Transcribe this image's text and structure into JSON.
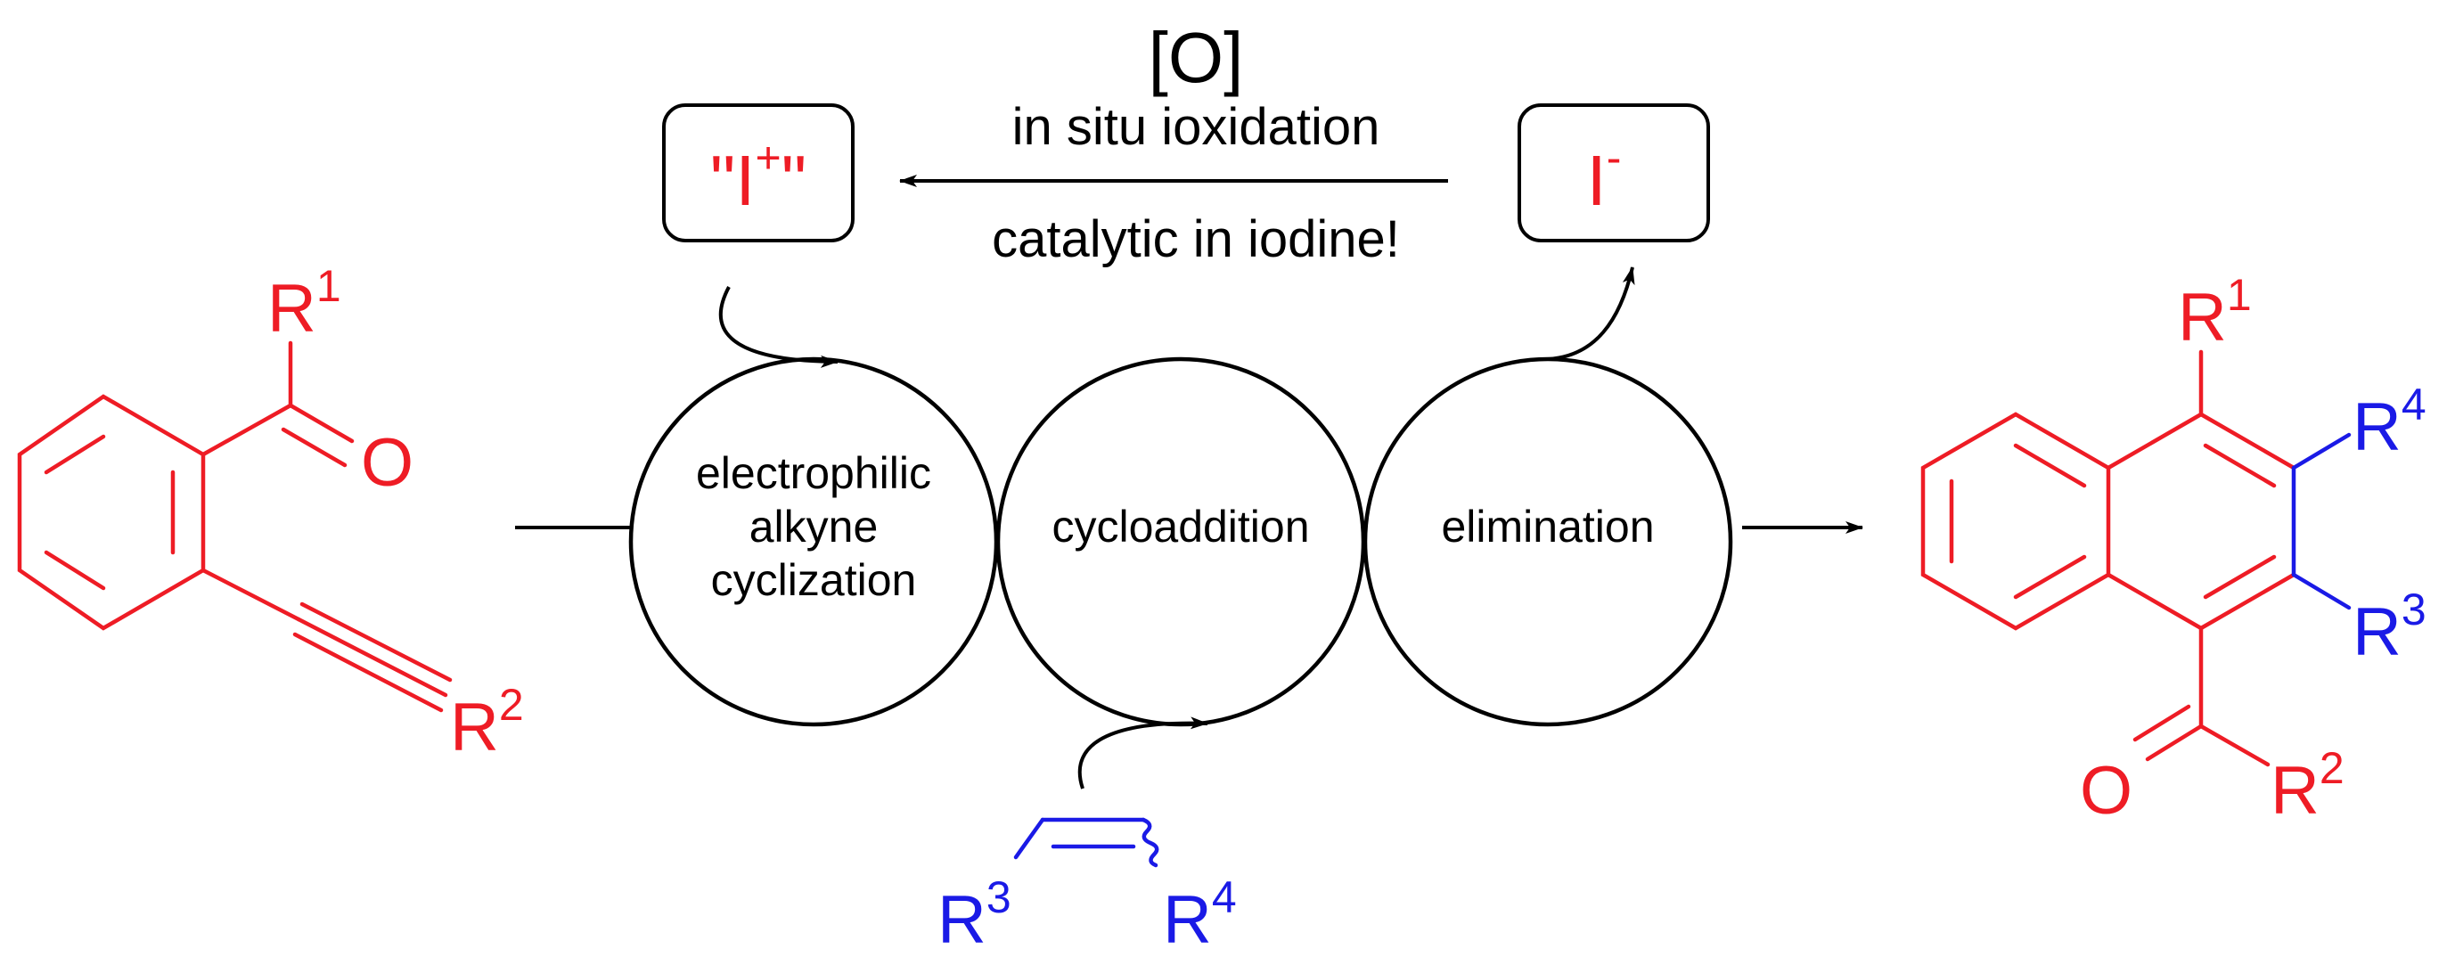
{
  "colors": {
    "reactant": "#ee1c25",
    "alkene": "#1a1ae6",
    "ink": "#000000"
  },
  "oxidant": {
    "symbol": "[O]",
    "line1": "in situ ioxidation",
    "line2": "catalytic in iodine!"
  },
  "iodonium": {
    "open_quote": "\"",
    "letter": "I",
    "charge": "+",
    "close_quote": "\""
  },
  "iodide": {
    "letter": "I",
    "charge": "-"
  },
  "cycles": {
    "first_line1": "electrophilic",
    "first_line2": "alkyne",
    "first_line3": "cyclization",
    "second": "cycloaddition",
    "third": "elimination"
  },
  "substrate": {
    "r1_letter": "R",
    "r1_sup": "1",
    "oxygen": "O",
    "r2_letter": "R",
    "r2_sup": "2"
  },
  "alkene": {
    "r3_letter": "R",
    "r3_sup": "3",
    "r4_letter": "R",
    "r4_sup": "4"
  },
  "product": {
    "r1_letter": "R",
    "r1_sup": "1",
    "r4_letter": "R",
    "r4_sup": "4",
    "r3_letter": "R",
    "r3_sup": "3",
    "oxygen": "O",
    "r2_letter": "R",
    "r2_sup": "2"
  }
}
